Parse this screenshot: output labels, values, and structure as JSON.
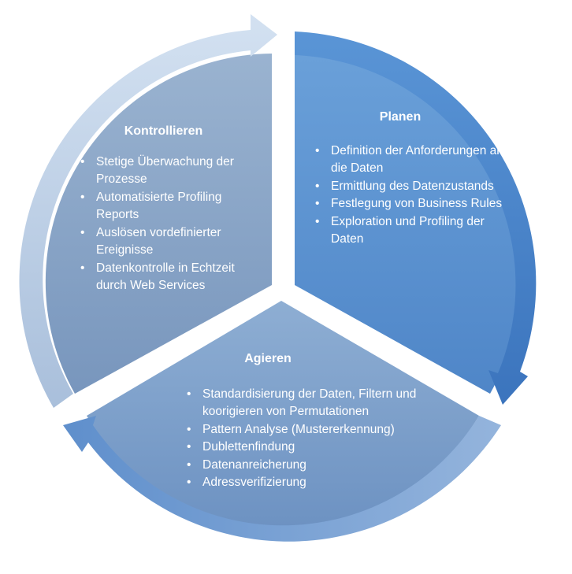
{
  "segments": {
    "kontrollieren": {
      "title": "Kontrollieren",
      "items": [
        "Stetige Überwachung der Prozesse",
        "Automatisierte Profiling Reports",
        "Auslösen vordefinierter Ereignisse",
        "Datenkontrolle in Echtzeit durch Web Services"
      ]
    },
    "planen": {
      "title": "Planen",
      "items": [
        "Definition der Anforderungen an die Daten",
        "Ermittlung des Datenzustands",
        "Festlegung von Business Rules",
        "Exploration und Profiling der Daten"
      ]
    },
    "agieren": {
      "title": "Agieren",
      "items": [
        "Standardisierung der Daten, Filtern und koorigieren von Permutationen",
        "Pattern Analyse (Mustererkennung)",
        "Dublettenfindung",
        "Datenanreicherung",
        "Adressverifizierung"
      ]
    }
  },
  "colors": {
    "kontrollieren_fill": "#8aa6c8",
    "planen_fill": "#5b93d0",
    "agieren_fill": "#7d9fcb",
    "arrow_light": "#c5d6ea",
    "arrow_mid": "#7aa6dc",
    "arrow_dark": "#3f7ac4"
  }
}
